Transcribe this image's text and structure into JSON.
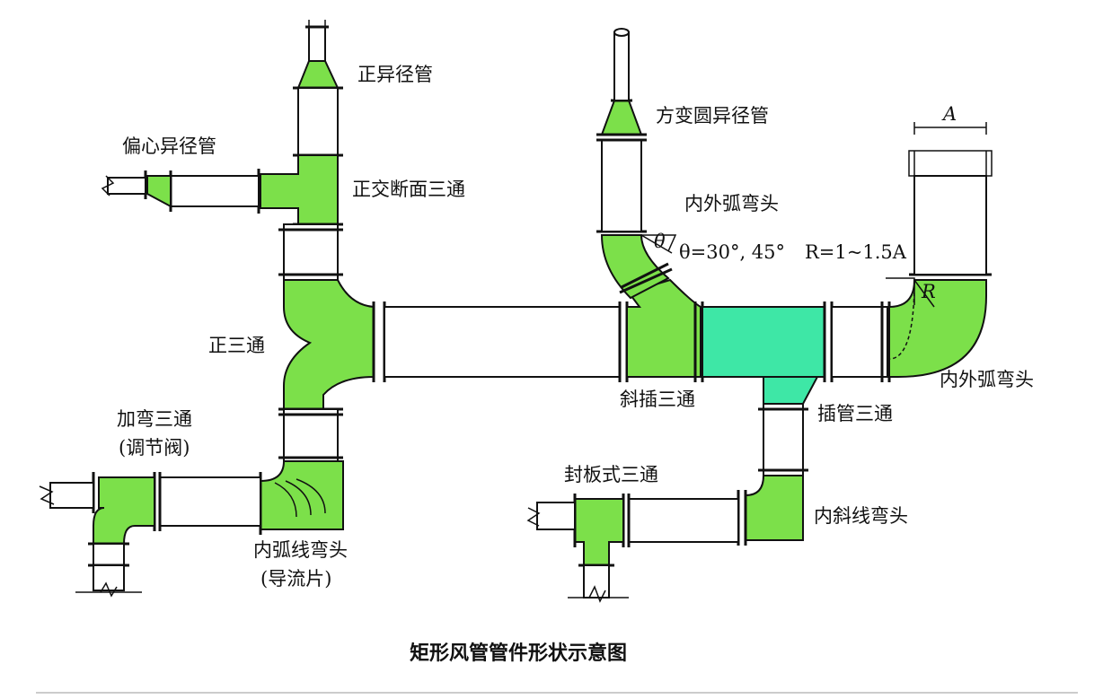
{
  "labels": {
    "concentric_reducer": "正异径管",
    "eccentric_reducer": "偏心异径管",
    "orthogonal_tee": "正交断面三通",
    "square_to_round_reducer": "方变圆异径管",
    "inner_outer_arc_elbow_top": "内外弧弯头",
    "angle_formula": "θ=30°, 45°",
    "radius_formula": "R=1~1.5A",
    "dim_a": "A",
    "theta_symbol": "θ",
    "r_symbol": "R",
    "straight_tee": "正三通",
    "inner_outer_arc_elbow_right": "内外弧弯头",
    "oblique_insert_tee": "斜插三通",
    "insert_pipe_tee": "插管三通",
    "bent_tee_line1": "加弯三通",
    "bent_tee_line2": "(调节阀)",
    "sealed_plate_tee": "封板式三通",
    "inner_arc_elbow_line1": "内弧线弯头",
    "inner_arc_elbow_line2": "(导流片)",
    "inner_bevel_elbow": "内斜线弯头"
  },
  "title": "矩形风管管件形状示意图",
  "colors": {
    "fitting_fill": "#7CE04A",
    "insert_tee_fill": "#3EE7A6",
    "line": "#111111",
    "background": "#ffffff"
  }
}
